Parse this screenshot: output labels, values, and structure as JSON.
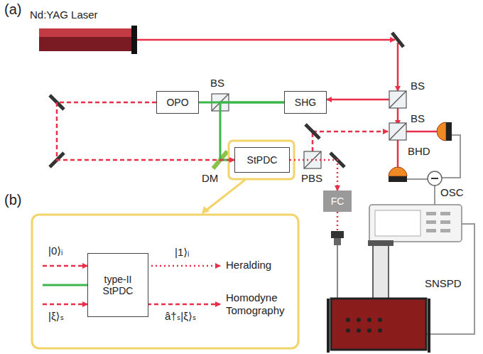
{
  "diagram": {
    "nodes": [
      {
        "text": [
          "OPO"
        ]
      },
      {
        "text": [
          "SHG"
        ]
      },
      {
        "text": [
          "StPDC"
        ]
      },
      {
        "text": [
          "FC"
        ]
      },
      {
        "text": [
          "type-II StPDC"
        ]
      }
    ],
    "edges": [
      {
        "from": 1,
        "to": 0,
        "arrow": "none"
      },
      {
        "from": 1,
        "to": 2,
        "arrow": "none"
      },
      {
        "from": 0,
        "to": 2,
        "arrow": "to"
      },
      {
        "from": 2,
        "to": 3,
        "arrow": "to"
      }
    ],
    "labels": [
      "(a)",
      "Nd:YAG Laser",
      "BS",
      "BS",
      "BS",
      "DM",
      "PBS",
      "BHD",
      "OSC",
      "SNSPD",
      "(b)",
      "|0⟩ᵢ",
      "|1⟩ᵢ",
      "|ξ⟩ₛ",
      "â†ₛ|ξ⟩ₛ",
      "Heralding",
      "Homodyne Tomography"
    ]
  }
}
